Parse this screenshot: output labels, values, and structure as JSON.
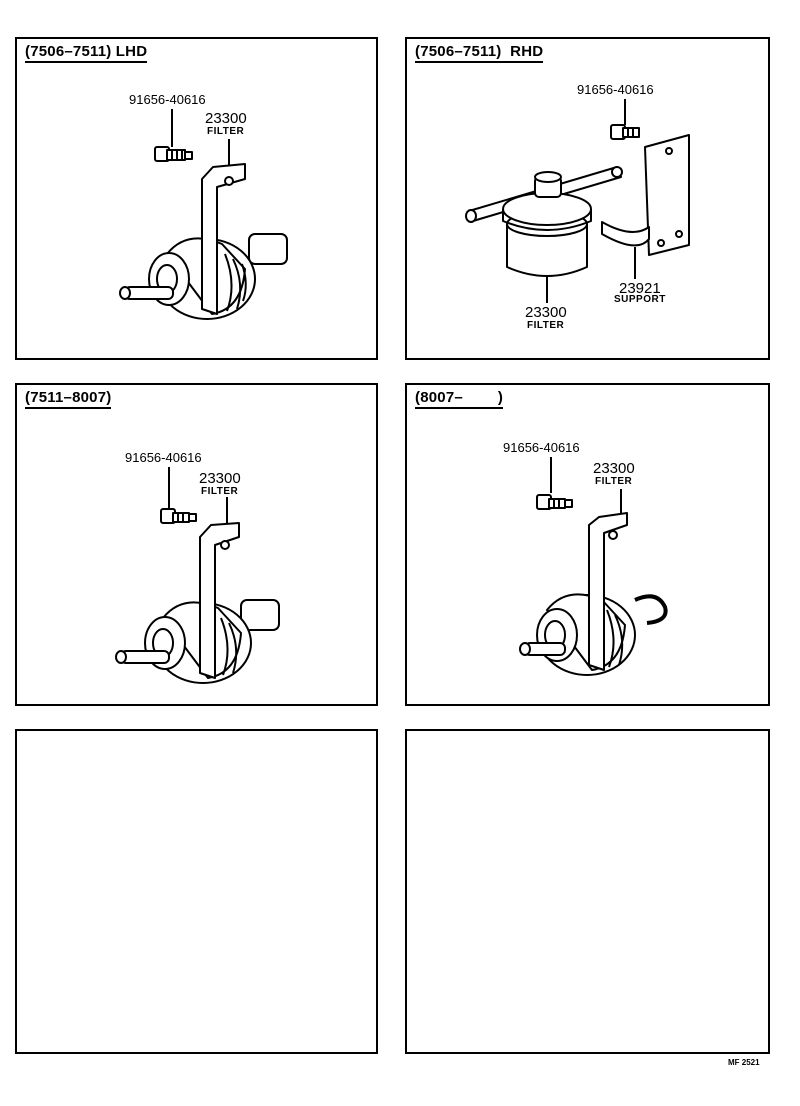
{
  "panels": [
    {
      "title": "(7506–7511) LHD",
      "bolt_part": "91656-40616",
      "filter_part": "23300",
      "filter_name": "FILTER"
    },
    {
      "title": "(7506–7511)  RHD",
      "bolt_part": "91656-40616",
      "filter_part": "23300",
      "filter_name": "FILTER",
      "support_part": "23921",
      "support_name": "SUPPORT"
    },
    {
      "title": "(7511–8007)",
      "bolt_part": "91656-40616",
      "filter_part": "23300",
      "filter_name": "FILTER"
    },
    {
      "title": "(8007–        )",
      "bolt_part": "91656-40616",
      "filter_part": "23300",
      "filter_name": "FILTER"
    }
  ],
  "doc_code": "MF 2521"
}
